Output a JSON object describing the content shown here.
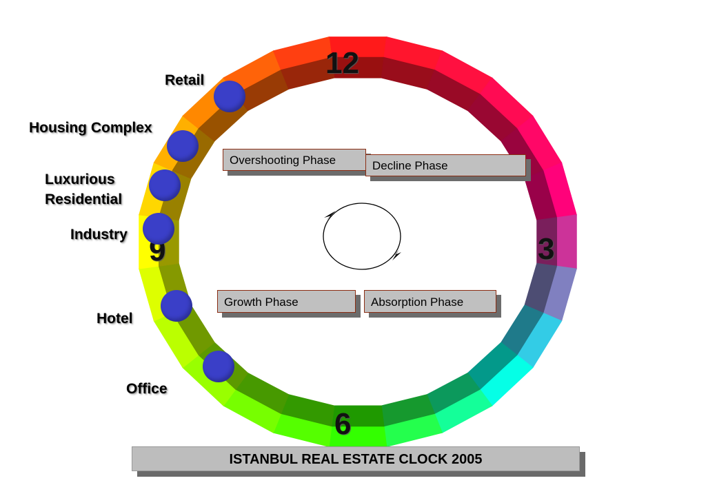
{
  "title": "ISTANBUL REAL ESTATE CLOCK 2005",
  "hours": {
    "twelve": "12",
    "three": "3",
    "six": "6",
    "nine": "9"
  },
  "phases": {
    "overshooting": "Overshooting Phase",
    "decline": "Decline Phase",
    "growth": "Growth Phase",
    "absorption": "Absorption Phase"
  },
  "sectors": {
    "retail": "Retail",
    "housing_complex": "Housing Complex",
    "luxurious_residential_line1": "Luxurious",
    "luxurious_residential_line2": "Residential",
    "industry": "Industry",
    "hotel": "Hotel",
    "office": "Office"
  },
  "colors": {
    "marker": "#3a3fc8",
    "ring_top": "#ff1a1a",
    "ring_right": "#ff0080",
    "ring_bottom_right": "#00ffff",
    "ring_bottom": "#33ff00",
    "ring_left": "#ffff00",
    "ring_top_left": "#ff8800"
  }
}
